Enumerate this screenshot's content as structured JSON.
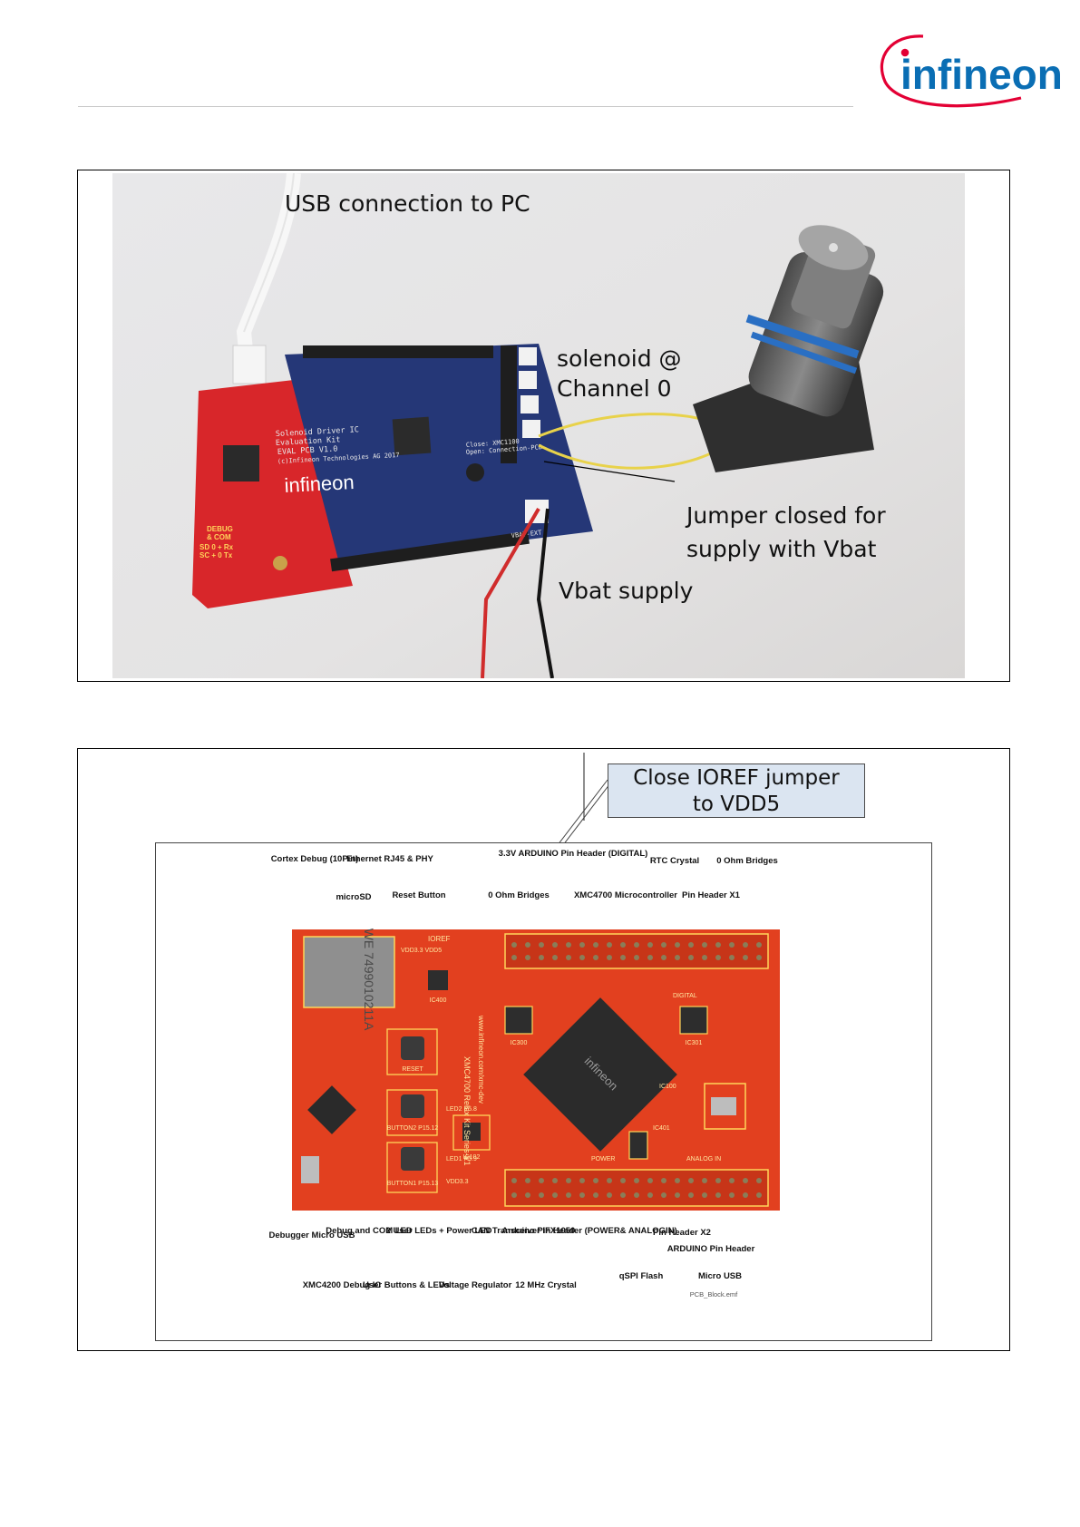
{
  "header": {
    "logo_text": "infineon",
    "colors": {
      "brand_blue": "#0a6eb4",
      "brand_red": "#e30034"
    }
  },
  "figure1": {
    "labels": {
      "usb": "USB connection to PC",
      "solenoid_line1": "solenoid @",
      "solenoid_line2": "Channel 0",
      "jumper_line1": "Jumper closed for",
      "jumper_line2": "supply with Vbat",
      "vbat": "Vbat supply"
    },
    "board_silkscreen": {
      "title_lines": [
        "Solenoid Driver IC",
        "Evaluation Kit",
        "EVAL PCB V1.0",
        "(c)Infineon Technologies AG 2017"
      ],
      "board_logo": "infineon",
      "debug_board": [
        "DEBUG",
        "& COM",
        "SD 0 + Rx",
        "SC + 0 Tx"
      ],
      "close_note": [
        "Close: XMC1100",
        "Open: Connection-PCB"
      ],
      "vbat_ext": "VBAT-EXT"
    }
  },
  "figure2": {
    "callout_line1": "Close IOREF jumper",
    "callout_line2": "to VDD5",
    "top_labels": [
      "Cortex Debug (10Pin)",
      "Ethernet RJ45 & PHY",
      "microSD",
      "Reset Button",
      "3.3V ARDUINO Pin Header (DIGITAL)",
      "0 Ohm Bridges",
      "XMC4700 Microcontroller",
      "RTC Crystal",
      "0 Ohm Bridges",
      "Pin Header X1"
    ],
    "bottom_labels": [
      "Debugger Micro USB",
      "XMC4200 Debug IC",
      "Debug and COM LED",
      "User Buttons & LEDs",
      "2 User LEDs + Power LED",
      "Voltage Regulator",
      "CAN Transceiver IFX1050",
      "12 MHz Crystal",
      "Arduino Pin Header (POWER& ANALOGIN)",
      "qSPI Flash",
      "Pin Header X2",
      "ARDUINO Pin Header",
      "Micro USB"
    ],
    "silkscreen": {
      "ioref": "IOREF",
      "vdd": "VDD3.3 VDD5",
      "ethernet_chip": "WE 7499010211A",
      "reset": "RESET",
      "button2": "BUTTON2 P15.12",
      "button1": "BUTTON1 P15.13",
      "led2": "LED2 P5.8",
      "led1": "LED1 P5.9",
      "vdd33": "VDD3.3",
      "power": "POWER",
      "analog_in": "ANALOG IN",
      "digital": "DIGITAL",
      "kit_name": "XMC4700 Relax Kit Series-V1",
      "kit_url": "www.infineon.com/xmc-dev",
      "ic_labels": [
        "IC300",
        "IC301",
        "IC100",
        "IC401",
        "IC102",
        "IC400"
      ]
    },
    "file_name": "PCB_Block.emf"
  }
}
